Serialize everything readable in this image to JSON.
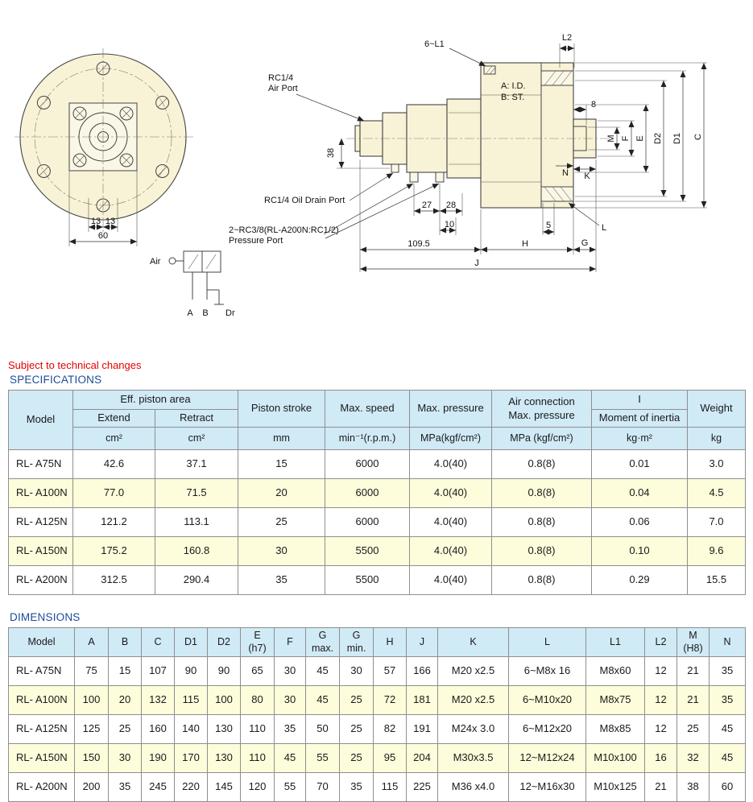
{
  "page": {
    "note": "Subject to technical changes",
    "spec_heading": "SPECIFICATIONS",
    "dim_heading": "DIMENSIONS"
  },
  "drawing": {
    "front": {
      "d13a": "13",
      "d13b": "13",
      "d60": "60"
    },
    "valve": {
      "air": "Air",
      "a": "A",
      "b": "B",
      "dr": "Dr"
    },
    "side": {
      "bolt_count": "6~L1",
      "l2": "L2",
      "rc14": "RC1/4",
      "air_port": "Air Port",
      "id": "A: I.D.",
      "st": "B: ST.",
      "d8": "8",
      "d38": "38",
      "oil_drain": "RC1/4  Oil Drain Port",
      "pressure1": "2~RC3/8(RL-A200N:RC1/2)",
      "pressure2": "Pressure Port",
      "d27": "27",
      "d28": "28",
      "d10": "10",
      "d109": "109.5",
      "h": "H",
      "g": "G",
      "j": "J",
      "d5": "5",
      "l": "L",
      "m": "M",
      "f": "F",
      "e": "E",
      "d2": "D2",
      "d1": "D1",
      "c": "C",
      "n": "N",
      "k": "K"
    }
  },
  "spec": {
    "head": {
      "model": "Model",
      "area": "Eff. piston area",
      "extend": "Extend",
      "retract": "Retract",
      "stroke": "Piston stroke",
      "speed": "Max. speed",
      "pressure": "Max. pressure",
      "air1": "Air connection",
      "air2": "Max. pressure",
      "i": "I",
      "inertia": "Moment of inertia",
      "weight": "Weight"
    },
    "units": [
      "cm²",
      "cm²",
      "mm",
      "min⁻¹(r.p.m.)",
      "MPa(kgf/cm²)",
      "MPa (kgf/cm²)",
      "kg·m²",
      "kg"
    ],
    "rows": [
      [
        "RL- A75N",
        "42.6",
        "37.1",
        "15",
        "6000",
        "4.0(40)",
        "0.8(8)",
        "0.01",
        "3.0"
      ],
      [
        "RL- A100N",
        "77.0",
        "71.5",
        "20",
        "6000",
        "4.0(40)",
        "0.8(8)",
        "0.04",
        "4.5"
      ],
      [
        "RL- A125N",
        "121.2",
        "113.1",
        "25",
        "6000",
        "4.0(40)",
        "0.8(8)",
        "0.06",
        "7.0"
      ],
      [
        "RL- A150N",
        "175.2",
        "160.8",
        "30",
        "5500",
        "4.0(40)",
        "0.8(8)",
        "0.10",
        "9.6"
      ],
      [
        "RL- A200N",
        "312.5",
        "290.4",
        "35",
        "5500",
        "4.0(40)",
        "0.8(8)",
        "0.29",
        "15.5"
      ]
    ]
  },
  "dims": {
    "head": [
      {
        "a": "Model"
      },
      {
        "a": "A"
      },
      {
        "a": "B"
      },
      {
        "a": "C"
      },
      {
        "a": "D1"
      },
      {
        "a": "D2"
      },
      {
        "a": "E",
        "b": "(h7)"
      },
      {
        "a": "F"
      },
      {
        "a": "G",
        "b": "max."
      },
      {
        "a": "G",
        "b": "min."
      },
      {
        "a": "H"
      },
      {
        "a": "J"
      },
      {
        "a": "K"
      },
      {
        "a": "L"
      },
      {
        "a": "L1"
      },
      {
        "a": "L2"
      },
      {
        "a": "M",
        "b": "(H8)"
      },
      {
        "a": "N"
      }
    ],
    "rows": [
      [
        "RL- A75N",
        "75",
        "15",
        "107",
        "90",
        "90",
        "65",
        "30",
        "45",
        "30",
        "57",
        "166",
        "M20 x2.5",
        "6~M8x 16",
        "M8x60",
        "12",
        "21",
        "35"
      ],
      [
        "RL- A100N",
        "100",
        "20",
        "132",
        "115",
        "100",
        "80",
        "30",
        "45",
        "25",
        "72",
        "181",
        "M20 x2.5",
        "6~M10x20",
        "M8x75",
        "12",
        "21",
        "35"
      ],
      [
        "RL- A125N",
        "125",
        "25",
        "160",
        "140",
        "130",
        "110",
        "35",
        "50",
        "25",
        "82",
        "191",
        "M24x 3.0",
        "6~M12x20",
        "M8x85",
        "12",
        "25",
        "45"
      ],
      [
        "RL- A150N",
        "150",
        "30",
        "190",
        "170",
        "130",
        "110",
        "45",
        "55",
        "25",
        "95",
        "204",
        "M30x3.5",
        "12~M12x24",
        "M10x100",
        "16",
        "32",
        "45"
      ],
      [
        "RL- A200N",
        "200",
        "35",
        "245",
        "220",
        "145",
        "120",
        "55",
        "70",
        "35",
        "115",
        "225",
        "M36 x4.0",
        "12~M16x30",
        "M10x125",
        "21",
        "38",
        "60"
      ]
    ]
  }
}
